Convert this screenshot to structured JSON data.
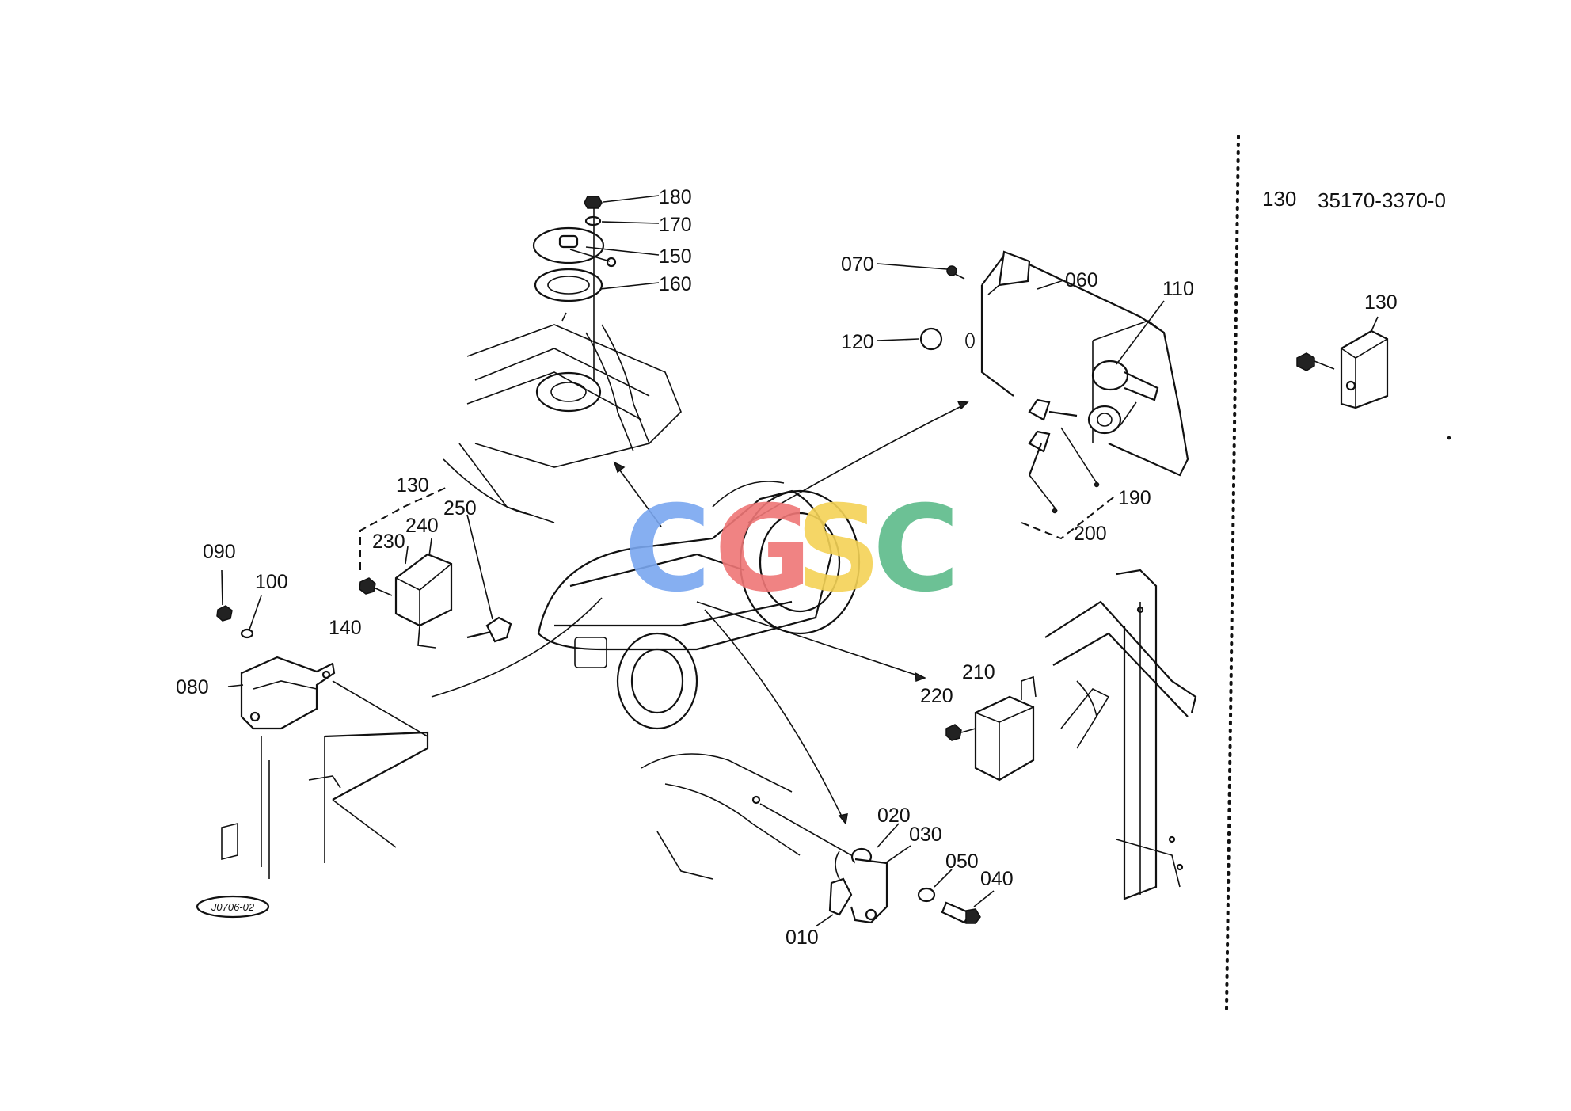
{
  "diagram": {
    "drawing_number": "J0706-02",
    "callouts": [
      {
        "id": "180",
        "text": "180"
      },
      {
        "id": "170",
        "text": "170"
      },
      {
        "id": "150",
        "text": "150"
      },
      {
        "id": "160",
        "text": "160"
      },
      {
        "id": "070",
        "text": "070"
      },
      {
        "id": "060",
        "text": "060"
      },
      {
        "id": "110",
        "text": "110"
      },
      {
        "id": "120",
        "text": "120"
      },
      {
        "id": "190",
        "text": "190"
      },
      {
        "id": "200",
        "text": "200"
      },
      {
        "id": "130",
        "text": "130"
      },
      {
        "id": "230",
        "text": "230"
      },
      {
        "id": "240",
        "text": "240"
      },
      {
        "id": "250",
        "text": "250"
      },
      {
        "id": "090",
        "text": "090"
      },
      {
        "id": "100",
        "text": "100"
      },
      {
        "id": "140",
        "text": "140"
      },
      {
        "id": "080",
        "text": "080"
      },
      {
        "id": "210",
        "text": "210"
      },
      {
        "id": "220",
        "text": "220"
      },
      {
        "id": "020",
        "text": "020"
      },
      {
        "id": "030",
        "text": "030"
      },
      {
        "id": "050",
        "text": "050"
      },
      {
        "id": "040",
        "text": "040"
      },
      {
        "id": "010",
        "text": "010"
      }
    ]
  },
  "side_panel": {
    "ref_number": "130",
    "part_number": "35170-3370-0",
    "item_label": "130"
  },
  "watermark": {
    "letters": [
      {
        "char": "C",
        "color": "#7aa7f0"
      },
      {
        "char": "G",
        "color": "#ef7676"
      },
      {
        "char": "S",
        "color": "#f4d256"
      },
      {
        "char": "C",
        "color": "#5dbb8a"
      }
    ]
  }
}
